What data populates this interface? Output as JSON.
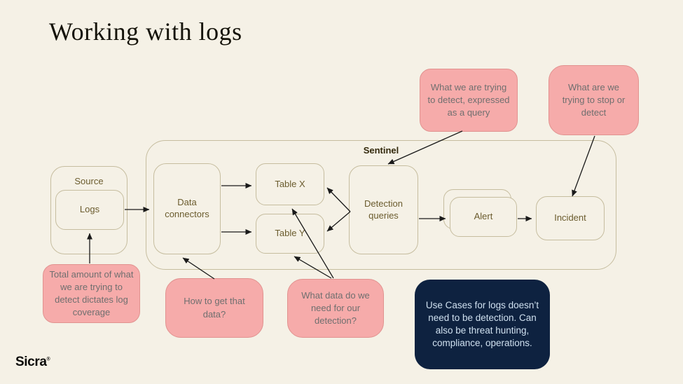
{
  "title": "Working with logs",
  "logo": {
    "text": "Sicra",
    "mark": "®"
  },
  "colors": {
    "background": "#f5f1e6",
    "box_border": "#c6bd9f",
    "box_text": "#6b5c2e",
    "sentinel_label_text": "#33290c",
    "callout_fill": "#f6abaa",
    "callout_border": "#e1928f",
    "callout_text": "#6f6f6f",
    "note_fill": "#0e2240",
    "note_text": "#cfe0ef",
    "arrow": "#1a1a1a"
  },
  "diagram": {
    "sentinel_label": "Sentinel",
    "nodes": {
      "source": "Source",
      "logs": "Logs",
      "data_connectors": "Data connectors",
      "table_x": "Table X",
      "table_y": "Table Y",
      "detection_queries": "Detection queries",
      "alert": "Alert",
      "incident": "Incident"
    },
    "callouts": {
      "detect_query": "What we are trying to detect, expressed as a query",
      "stop_or_detect": "What are we trying to stop or detect",
      "total_amount": "Total amount of what we are trying to detect dictates log coverage",
      "how_to_get": "How to get that data?",
      "what_data": "What data do we need for our detection?"
    },
    "note": "Use Cases for logs doesn’t need to be detection. Can also be threat hunting, compliance, operations."
  }
}
